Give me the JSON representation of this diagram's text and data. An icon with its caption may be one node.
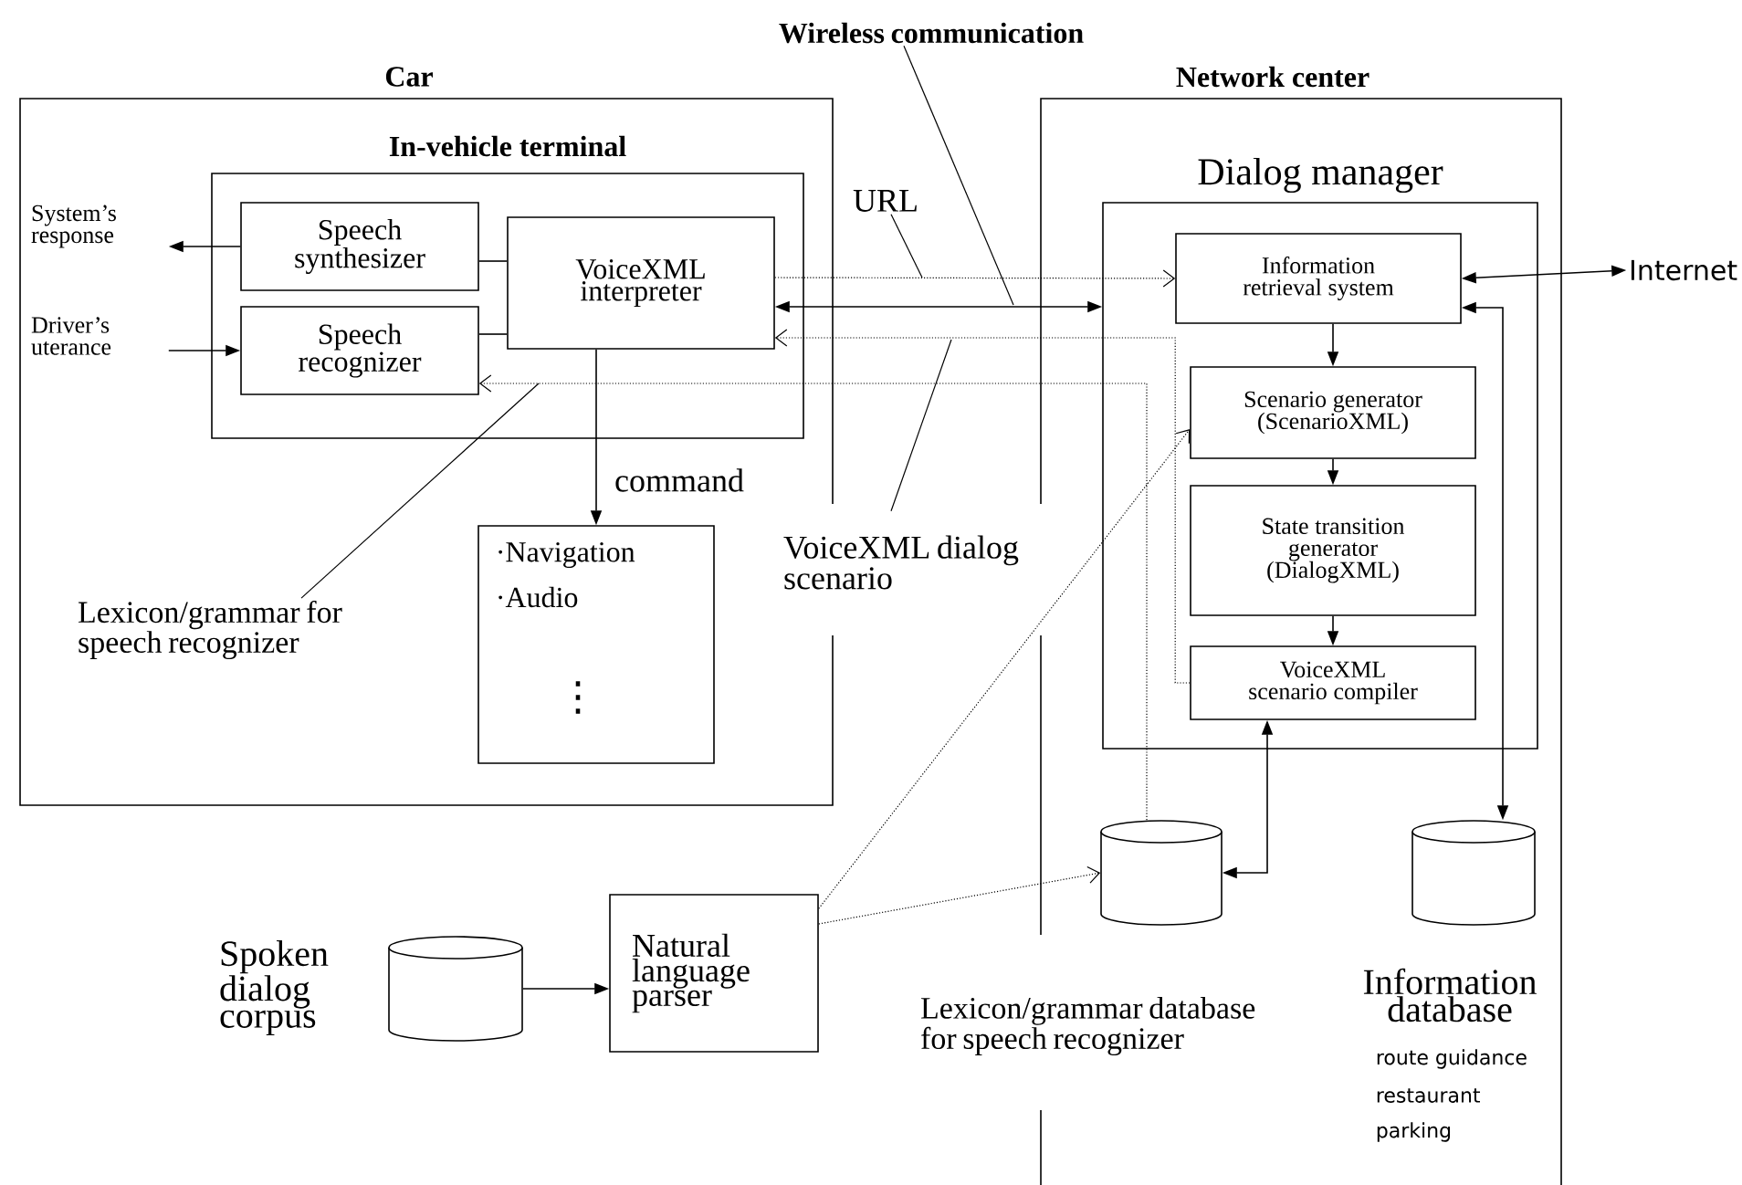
{
  "diagram": {
    "nodes": [
      {
        "text": [
          "Car"
        ]
      },
      {
        "text": [
          "In-vehicle terminal"
        ],
        "in": 0
      },
      {
        "text": [
          "Speech synthesizer"
        ],
        "in": 1
      },
      {
        "text": [
          "Speech recognizer"
        ],
        "in": 1
      },
      {
        "text": [
          "VoiceXML interpreter"
        ],
        "in": 1
      },
      {
        "text": [
          "·Navigation",
          "·Audio",
          "⋮"
        ],
        "in": 0
      },
      {
        "text": [
          "Network center"
        ]
      },
      {
        "text": [
          "Dialog manager"
        ],
        "in": 6
      },
      {
        "text": [
          "Information retrieval system"
        ],
        "in": 7
      },
      {
        "text": [
          "Scenario generator (ScenarioXML)"
        ],
        "in": 7
      },
      {
        "text": [
          "State transition generator (DialogXML)"
        ],
        "in": 7
      },
      {
        "text": [
          "VoiceXML scenario compiler"
        ],
        "in": 7
      },
      {
        "text": [
          "Internet"
        ]
      },
      {
        "text": [
          "Spoken dialog corpus"
        ]
      },
      {
        "text": [
          "Natural language parser"
        ]
      },
      {
        "text": [
          "Lexicon/grammar database for speech recognizer"
        ],
        "in": 6
      },
      {
        "text": [
          "Information database",
          "route guidance",
          "restaurant",
          "parking"
        ],
        "in": 6
      },
      {
        "text": [
          "System’s response"
        ],
        "in": 0
      },
      {
        "text": [
          "Driver’s uterance"
        ],
        "in": 0
      },
      {
        "text": [
          "Wireless communication"
        ]
      },
      {
        "text": [
          "URL"
        ]
      },
      {
        "text": [
          "VoiceXML dialog scenario"
        ]
      },
      {
        "text": [
          "Lexicon/grammar for speech recognizer"
        ],
        "in": 0
      }
    ],
    "edges": [
      {
        "from": 2,
        "to": 17,
        "arrow": "to"
      },
      {
        "from": 18,
        "to": 3,
        "arrow": "to"
      },
      {
        "from": 4,
        "to": 2,
        "arrow": "none"
      },
      {
        "from": 4,
        "to": 3,
        "arrow": "none"
      },
      {
        "from": 4,
        "to": 5,
        "arrow": "to",
        "label": "command"
      },
      {
        "from": 4,
        "to": 7,
        "arrow": "both"
      },
      {
        "from": 4,
        "to": 8,
        "arrow": "to",
        "style": "dashed"
      },
      {
        "from": 11,
        "to": 4,
        "arrow": "to",
        "style": "dashed"
      },
      {
        "from": 15,
        "to": 3,
        "arrow": "to",
        "style": "dashed"
      },
      {
        "from": 8,
        "to": 9,
        "arrow": "to"
      },
      {
        "from": 9,
        "to": 10,
        "arrow": "to"
      },
      {
        "from": 10,
        "to": 11,
        "arrow": "to"
      },
      {
        "from": 15,
        "to": 11,
        "arrow": "both"
      },
      {
        "from": 16,
        "to": 8,
        "arrow": "both"
      },
      {
        "from": 8,
        "to": 12,
        "arrow": "both"
      },
      {
        "from": 13,
        "to": 14,
        "arrow": "to"
      },
      {
        "from": 14,
        "to": 15,
        "arrow": "to",
        "style": "dashed"
      },
      {
        "from": 14,
        "to": 9,
        "arrow": "to",
        "style": "dashed"
      },
      {
        "from": 19,
        "to": null,
        "arrow": "none"
      },
      {
        "from": 20,
        "to": null,
        "arrow": "none"
      },
      {
        "from": 21,
        "to": null,
        "arrow": "none"
      },
      {
        "from": 22,
        "to": null,
        "arrow": "none"
      }
    ]
  }
}
